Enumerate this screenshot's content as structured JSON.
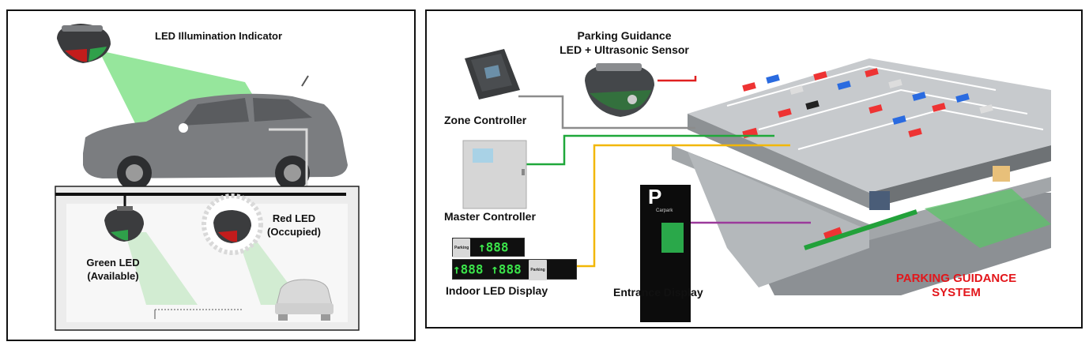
{
  "left_panel": {
    "led_indicator_label": "LED Illumination Indicator",
    "green_led_label": "Green LED",
    "green_led_state": "(Available)",
    "red_led_label": "Red LED",
    "red_led_state": "(Occupied)"
  },
  "right_panel": {
    "sensor_label_line1": "Parking Guidance",
    "sensor_label_line2": "LED + Ultrasonic Sensor",
    "zone_controller_label": "Zone Controller",
    "master_controller_label": "Master Controller",
    "indoor_display_label": "Indoor LED Display",
    "entrance_display_label": "Entrance Display",
    "system_title_line1": "PARKING GUIDANCE",
    "system_title_line2": "SYSTEM",
    "led_display_top": "↑888",
    "led_display_bottom_a": "↑888",
    "led_display_bottom_b": "↑888",
    "parking_tag": "Parking",
    "entrance_sign_letter": "P",
    "entrance_sign_caption": "Carpark"
  },
  "colors": {
    "title_red": "#e3161b",
    "led_green": "#3be34a",
    "wire_red": "#e02020",
    "wire_gray": "#8c8c8c",
    "wire_green": "#1fa83a",
    "wire_yellow": "#f2b705",
    "wire_purple": "#9b3a9b"
  }
}
